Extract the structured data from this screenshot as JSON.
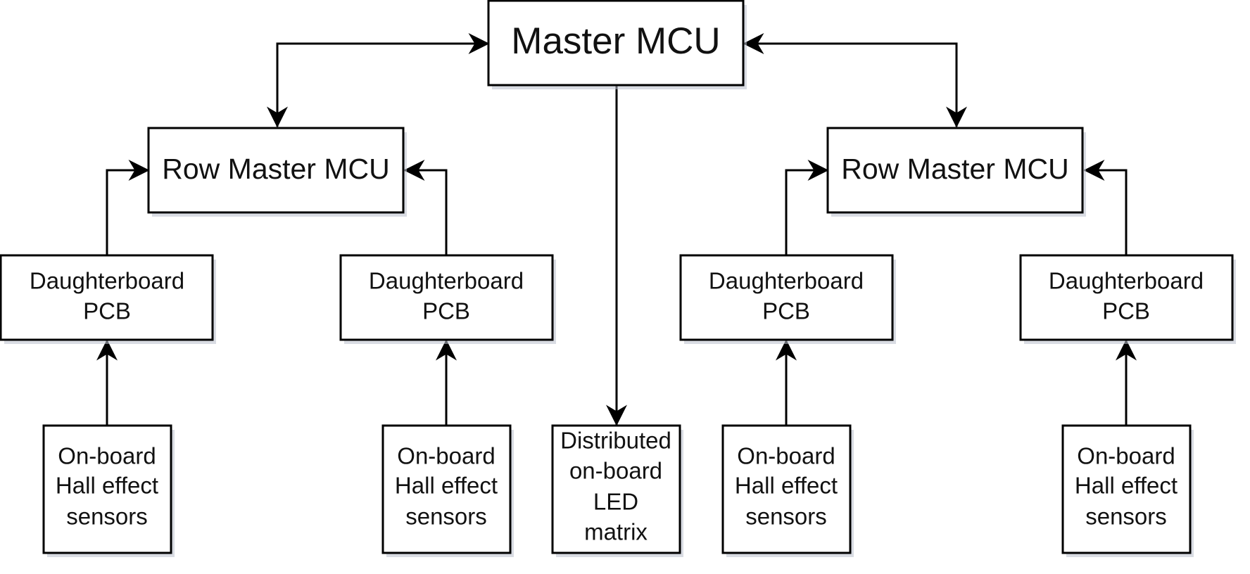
{
  "nodes": {
    "master_mcu": {
      "label": "Master MCU"
    },
    "row_master_left": {
      "label": "Row Master MCU"
    },
    "row_master_right": {
      "label": "Row Master MCU"
    },
    "daughterboard_1": {
      "lines": [
        "Daughterboard",
        "PCB"
      ]
    },
    "daughterboard_2": {
      "lines": [
        "Daughterboard",
        "PCB"
      ]
    },
    "daughterboard_3": {
      "lines": [
        "Daughterboard",
        "PCB"
      ]
    },
    "daughterboard_4": {
      "lines": [
        "Daughterboard",
        "PCB"
      ]
    },
    "sensors_1": {
      "lines": [
        "On-board",
        "Hall effect",
        "sensors"
      ]
    },
    "sensors_2": {
      "lines": [
        "On-board",
        "Hall effect",
        "sensors"
      ]
    },
    "sensors_3": {
      "lines": [
        "On-board",
        "Hall effect",
        "sensors"
      ]
    },
    "sensors_4": {
      "lines": [
        "On-board",
        "Hall effect",
        "sensors"
      ]
    },
    "led_matrix": {
      "lines": [
        "Distributed",
        "on-board",
        "LED",
        "matrix"
      ]
    }
  },
  "edges": [
    {
      "from": "master_mcu",
      "to": "row_master_left",
      "direction": "bidirectional"
    },
    {
      "from": "master_mcu",
      "to": "row_master_right",
      "direction": "bidirectional"
    },
    {
      "from": "master_mcu",
      "to": "led_matrix",
      "direction": "forward"
    },
    {
      "from": "daughterboard_1",
      "to": "row_master_left",
      "direction": "forward"
    },
    {
      "from": "daughterboard_2",
      "to": "row_master_left",
      "direction": "forward"
    },
    {
      "from": "daughterboard_3",
      "to": "row_master_right",
      "direction": "forward"
    },
    {
      "from": "daughterboard_4",
      "to": "row_master_right",
      "direction": "forward"
    },
    {
      "from": "sensors_1",
      "to": "daughterboard_1",
      "direction": "forward"
    },
    {
      "from": "sensors_2",
      "to": "daughterboard_2",
      "direction": "forward"
    },
    {
      "from": "sensors_3",
      "to": "daughterboard_3",
      "direction": "forward"
    },
    {
      "from": "sensors_4",
      "to": "daughterboard_4",
      "direction": "forward"
    }
  ],
  "colors": {
    "stroke": "#000000",
    "fill": "#ffffff",
    "text": "#111111",
    "shadow": "#b9c0cc"
  }
}
